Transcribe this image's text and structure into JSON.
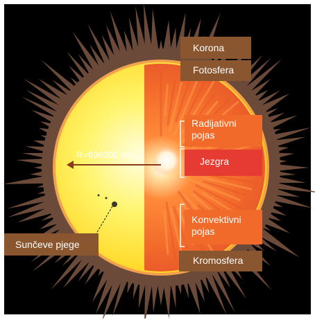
{
  "labels": {
    "korona": "Korona",
    "fotosfera": "Fotosfera",
    "radijativni": "Radijativni pojas",
    "jezgra": "Jezgra",
    "konvektivni": "Konvektivni pojas",
    "kromosfera": "Kromosfera",
    "sunceve_pjege": "Sunčeve pjege",
    "radius": "R=696000 km"
  },
  "colors": {
    "background": "#000000",
    "frame": "#ffffff",
    "label_brown": "#8a5630",
    "label_orange": "#f26a2a",
    "label_red": "#e63b32",
    "corona": "#6b4a3a",
    "photosphere_yellow": "#ffe63a",
    "interior_orange": "#f26a2a",
    "core_white": "#ffffff"
  }
}
